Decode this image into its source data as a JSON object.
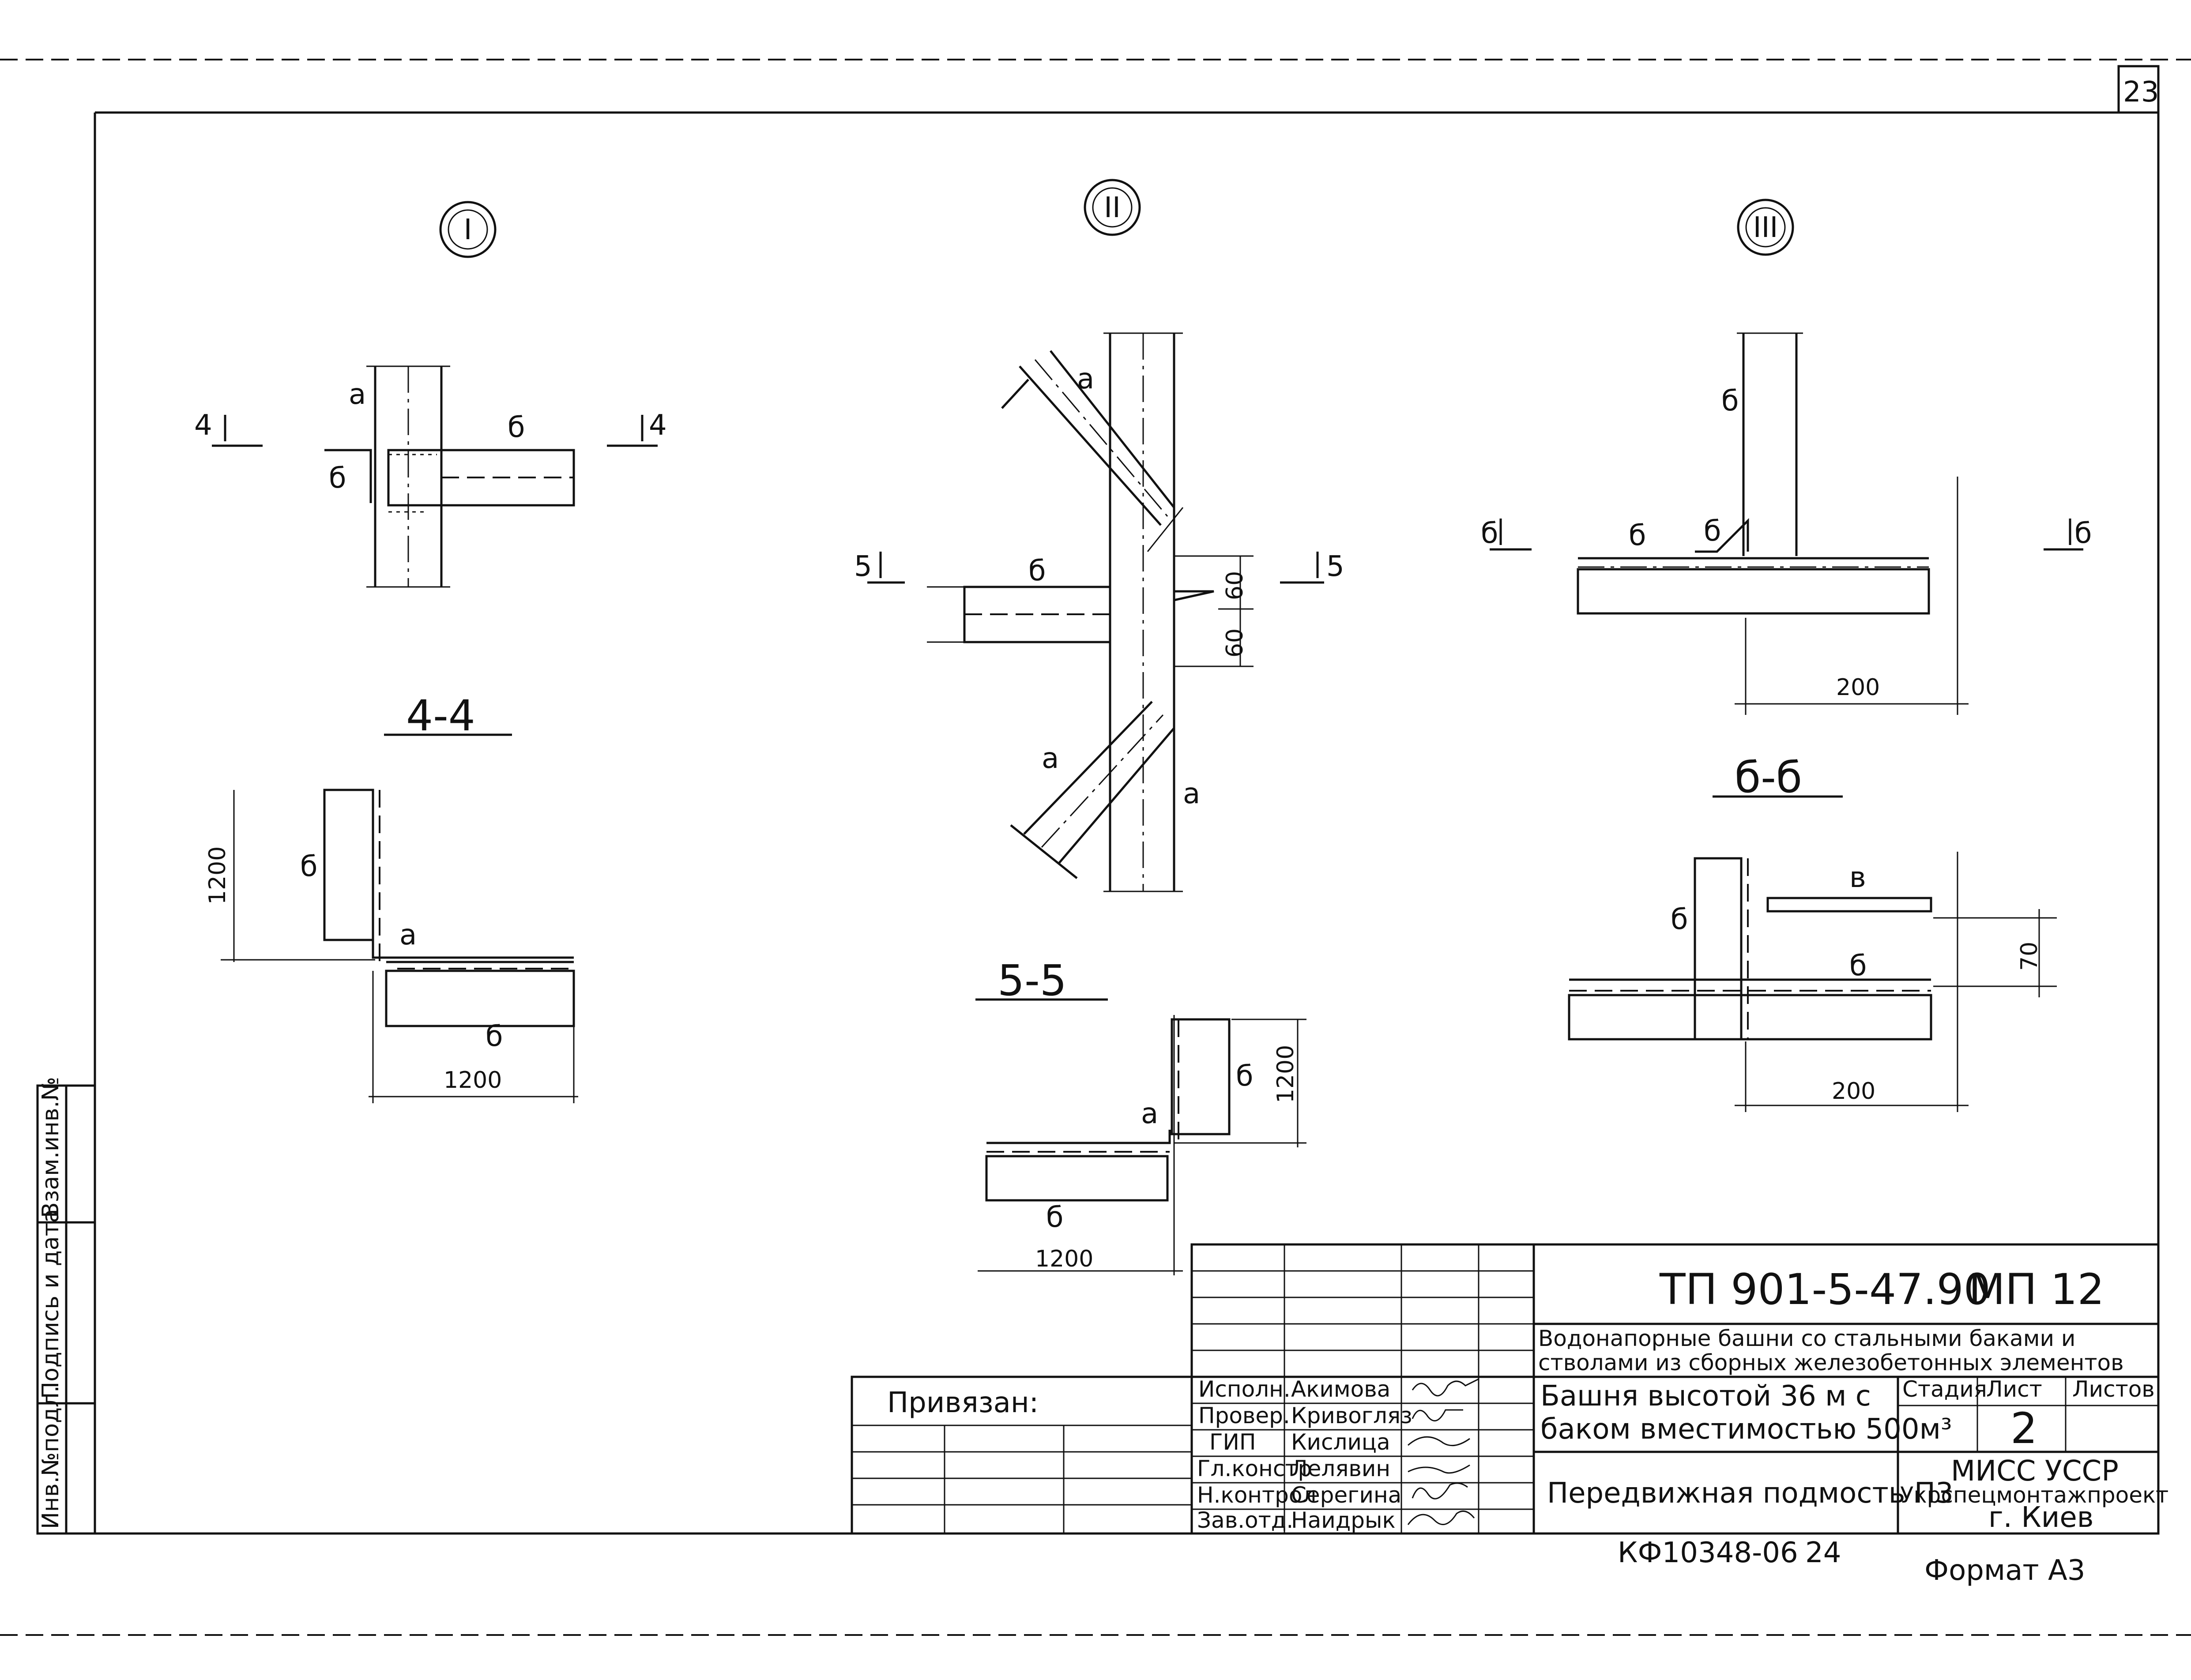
{
  "sheet_number": "23",
  "detail_marks": {
    "d1": "I",
    "d2": "II",
    "d3": "III"
  },
  "letters": {
    "a": "а",
    "b": "б",
    "v": "в"
  },
  "section_marks": {
    "s4": "4",
    "s5": "5",
    "s6": "б"
  },
  "section_titles": {
    "t44": "4-4",
    "t55": "5-5",
    "t66": "б-б"
  },
  "dims": {
    "d1200": "1200",
    "d200": "200",
    "d60": "60",
    "d70": "70"
  },
  "side_stamp": {
    "c1": "Инв.№подл.",
    "c2": "Подпись и дата",
    "c3": "Взам.инв.№"
  },
  "binding": {
    "label": "Привязан:"
  },
  "title_block": {
    "doc_code": "ТП 901-5-47.90",
    "doc_part": "МП 12",
    "project_title_1": "Водонапорные башни со стальными баками и",
    "project_title_2": "стволами из сборных железобетонных элементов",
    "object_1": "Башня высотой 36 м с",
    "object_2": "баком вместимостью 500м³",
    "sheet_name": "Передвижная подмость П3",
    "col_stage": "Стадия",
    "col_sheet": "Лист",
    "col_sheets": "Листов",
    "sheet_value": "2",
    "org_1": "МИСС УССР",
    "org_2": "Укрспецмонтажпроект",
    "org_3": "г. Киев",
    "signatures": [
      {
        "role": "Исполн.",
        "name": "Акимова"
      },
      {
        "role": "Провер.",
        "name": "Кривогляз"
      },
      {
        "role": "ГИП",
        "name": "Кислица"
      },
      {
        "role": "Гл.констр",
        "name": "Лелявин"
      },
      {
        "role": "Н.контрол",
        "name": "Серегина"
      },
      {
        "role": "Зав.отд.",
        "name": "Наидрык"
      }
    ]
  },
  "footer": {
    "inventory": "КФ10348-06",
    "copy_no": "24",
    "format": "Формат А3"
  }
}
